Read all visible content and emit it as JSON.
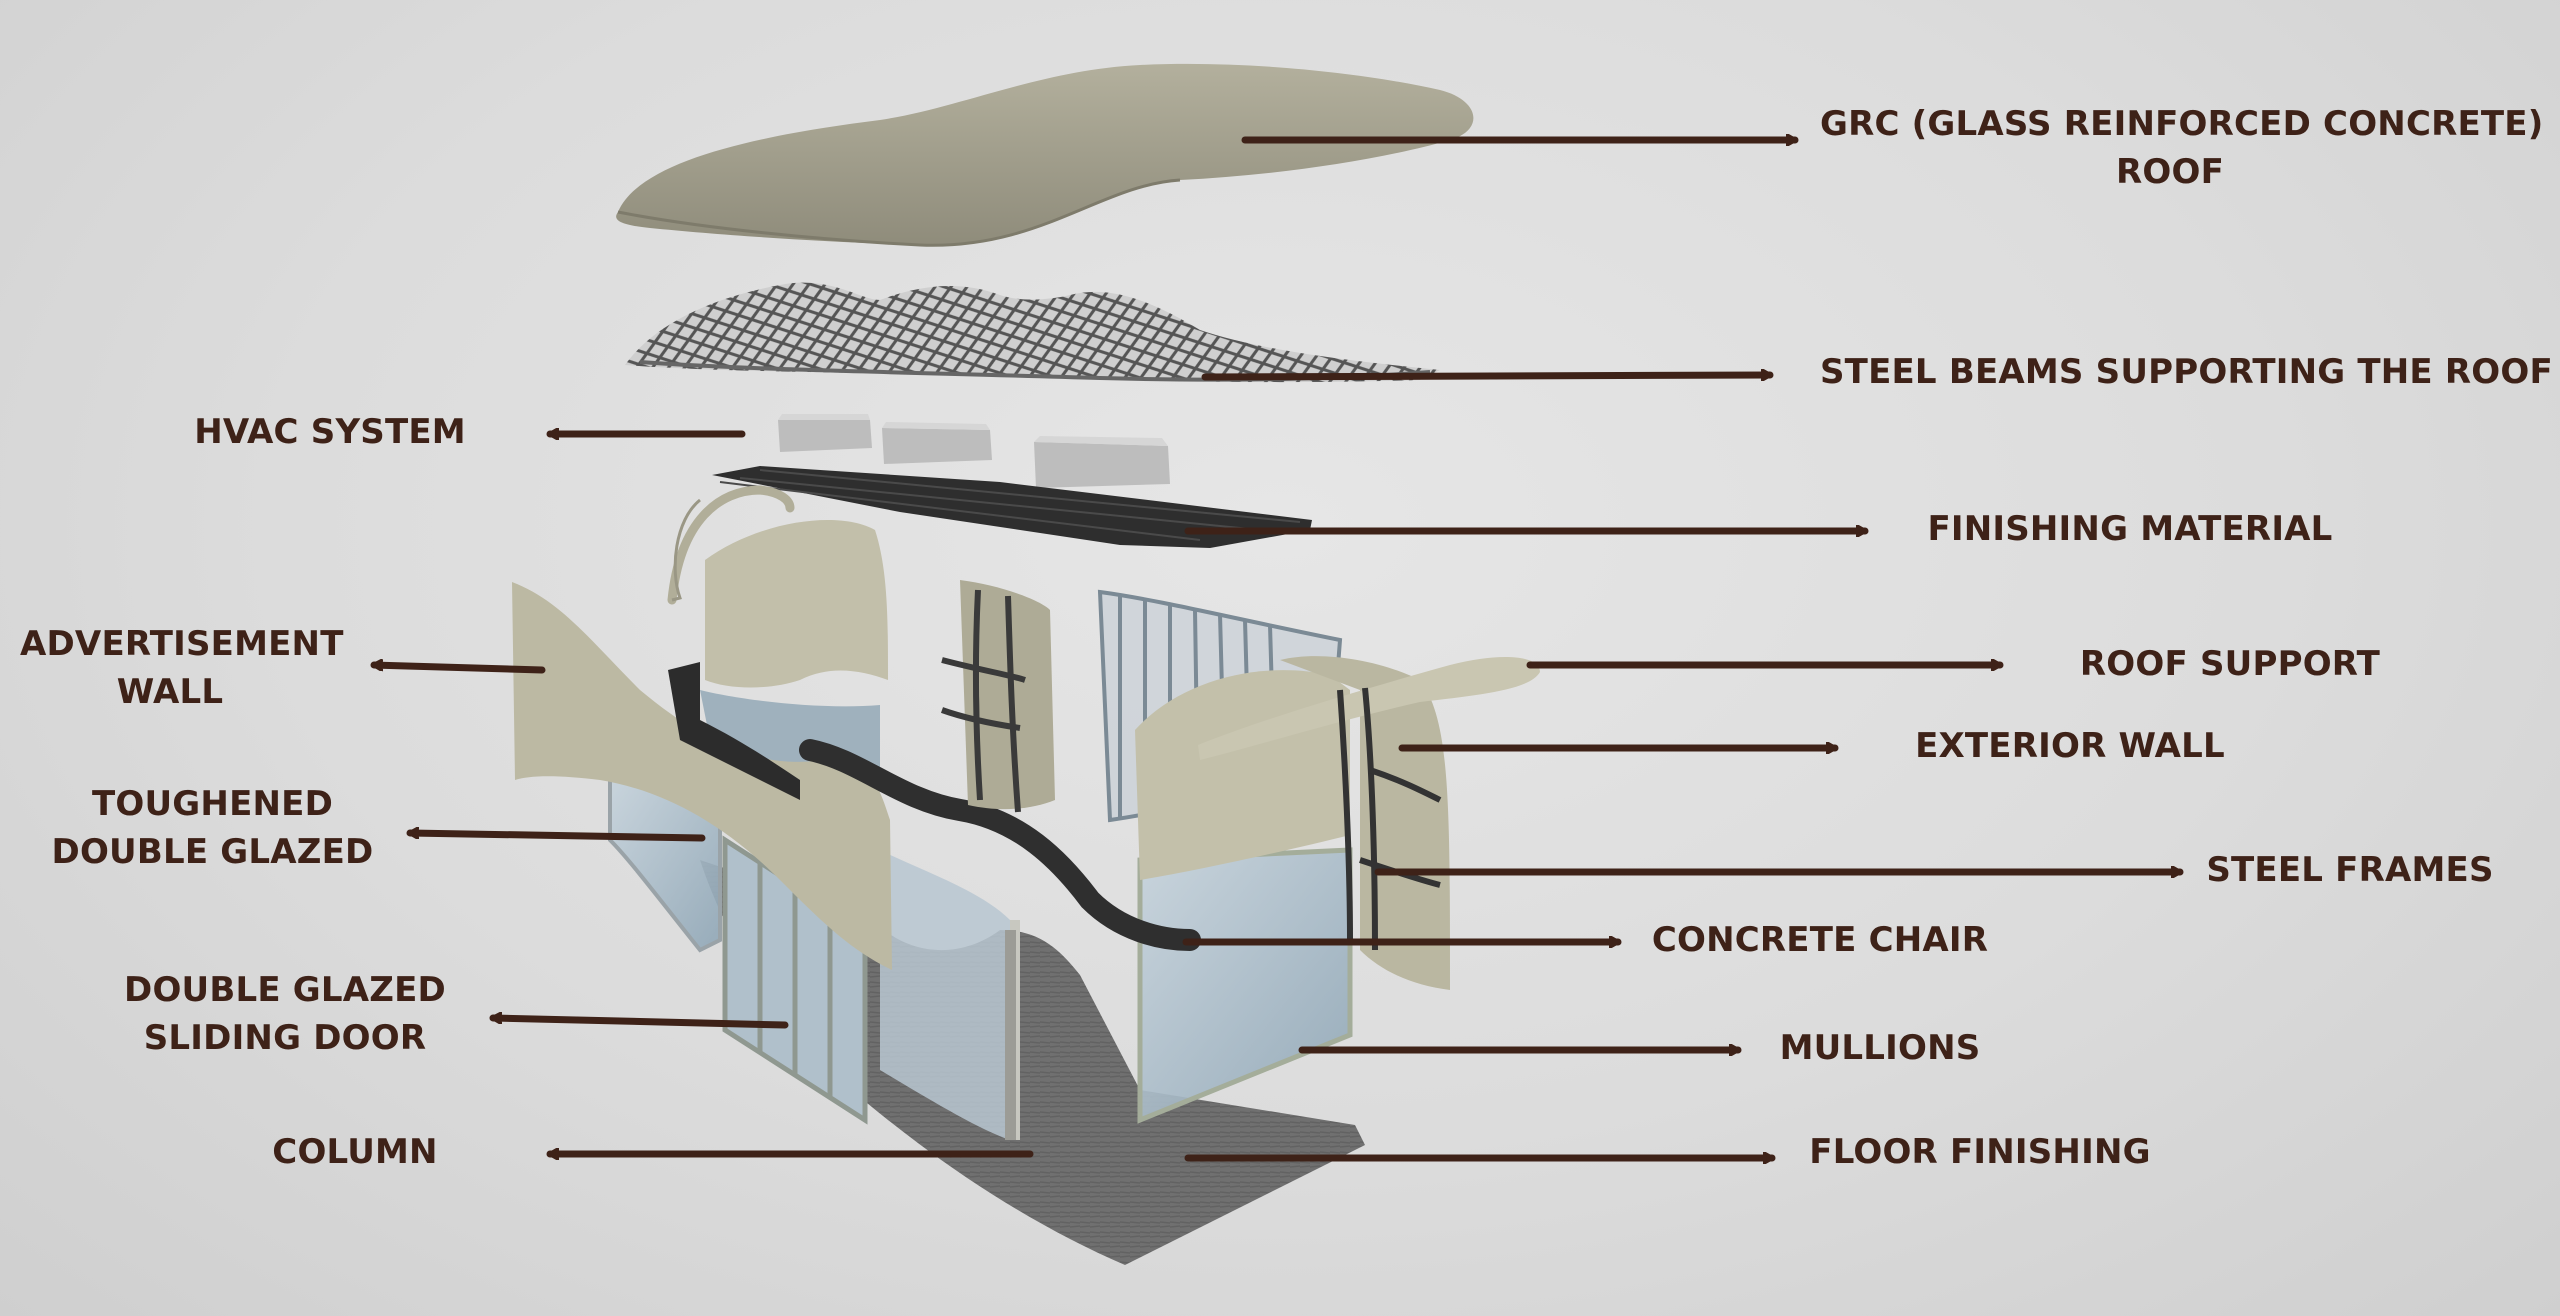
{
  "labels": {
    "grc_roof": [
      "GRC (GLASS REINFORCED CONCRETE)",
      "ROOF"
    ],
    "steel_beams": "STEEL BEAMS SUPPORTING THE ROOF",
    "hvac": "HVAC SYSTEM",
    "finishing_material": "FINISHING MATERIAL",
    "advertisement_wall": [
      "ADVERTISEMENT",
      "WALL"
    ],
    "roof_support": "ROOF SUPPORT",
    "exterior_wall": "EXTERIOR WALL",
    "toughened_glazed": [
      "TOUGHENED",
      "DOUBLE GLAZED"
    ],
    "steel_frames": "STEEL FRAMES",
    "concrete_chair": "CONCRETE CHAIR",
    "sliding_door": [
      "DOUBLE GLAZED",
      "SLIDING DOOR"
    ],
    "mullions": "MULLIONS",
    "column": "COLUMN",
    "floor_finishing": "FLOOR FINISHING"
  },
  "colors": {
    "arrow": "#3e2218",
    "label_text": "#3e2218",
    "concrete": "#a8a593",
    "panel": "#bdbaa5",
    "glass": "#a9bac6",
    "floor": "#6e6e6e",
    "steel": "#3a3a3a"
  }
}
